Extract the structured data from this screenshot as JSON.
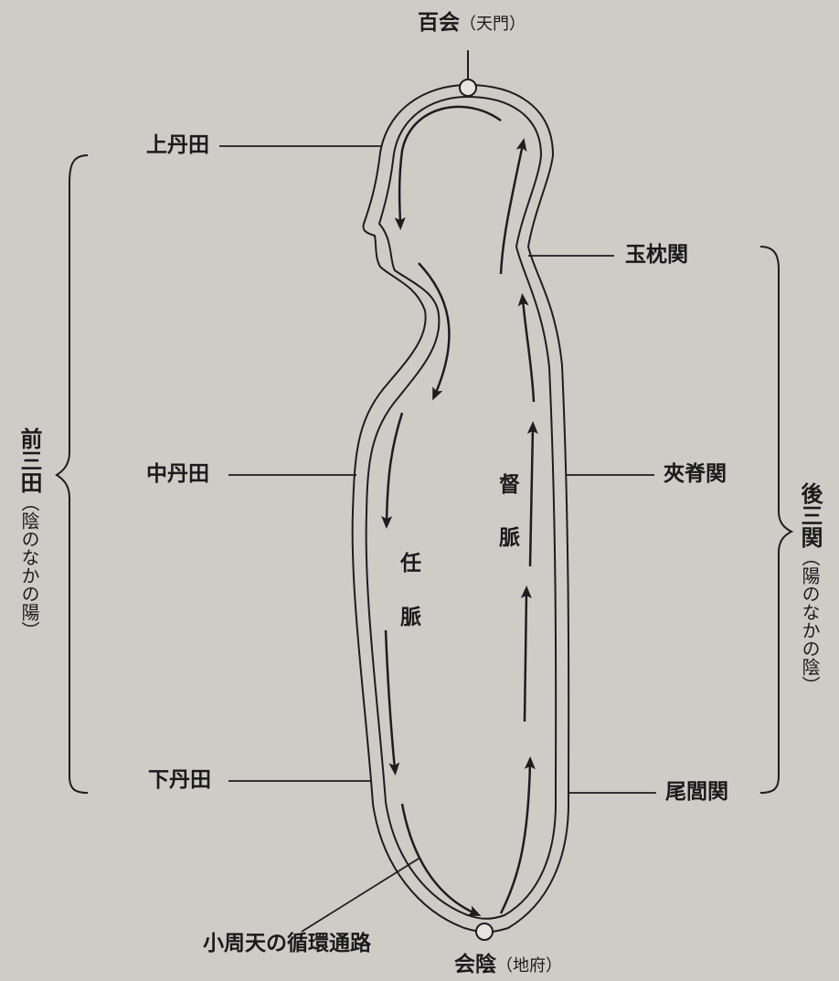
{
  "labels": {
    "baihui": "百会",
    "baihui_sub": "（天門）",
    "upper_dantian": "上丹田",
    "middle_dantian": "中丹田",
    "lower_dantian": "下丹田",
    "jade_pillow": "玉枕関",
    "spine_gate": "夾脊関",
    "tailbone_gate": "尾閭関",
    "huiyin": "会陰",
    "huiyin_sub": "（地府）",
    "loop_path": "小周天の循環通路",
    "ren_1": "任",
    "ren_2": "脈",
    "du_1": "督",
    "du_2": "脈"
  },
  "brackets": {
    "left_main": "前三田",
    "left_sub": "（陰のなかの陽）",
    "right_main": "後三関",
    "right_sub": "（陽のなかの陰）"
  },
  "colors": {
    "background": "#ceccc6",
    "ink": "#1d1d1f"
  }
}
